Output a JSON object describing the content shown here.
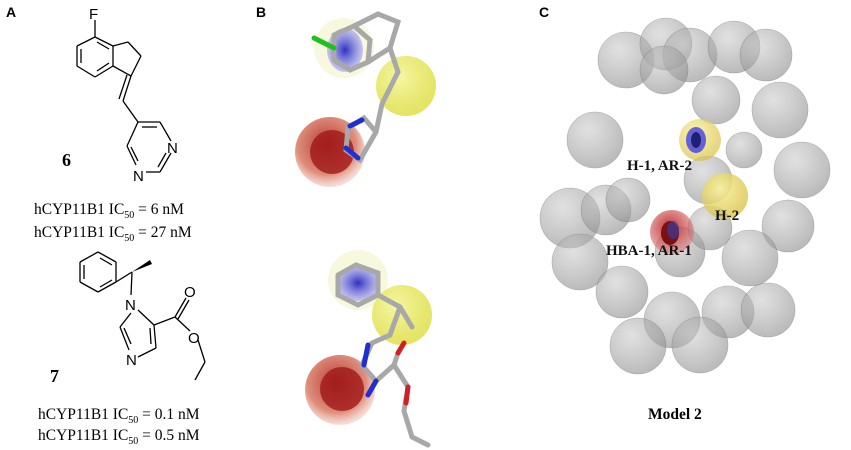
{
  "panels": {
    "a": "A",
    "b": "B",
    "c": "C"
  },
  "compound6": {
    "number": "6",
    "atom_f": "F",
    "atom_n1": "N",
    "atom_n2": "N",
    "ic1_prefix": "hCYP11B1 IC",
    "ic1_sub": "50",
    "ic1_value": " = 6 nM",
    "ic2_prefix": "hCYP11B1 IC",
    "ic2_sub": "50",
    "ic2_value": " = 27 nM"
  },
  "compound7": {
    "number": "7",
    "atom_n1": "N",
    "atom_n2": "N",
    "atom_o1": "O",
    "atom_o2": "O",
    "ic1_prefix": "hCYP11B1 IC",
    "ic1_sub": "50",
    "ic1_value": " = 0.1 nM",
    "ic2_prefix": "hCYP11B1 IC",
    "ic2_sub": "50",
    "ic2_value": " = 0.5 nM"
  },
  "model": {
    "caption": "Model 2",
    "feature_h1_ar2": "H-1, AR-2",
    "feature_h2": "H-2",
    "feature_hba1_ar1": "HBA-1, AR-1"
  },
  "colors": {
    "exclusion_sphere": "#9a9a9a",
    "hydrophobic": "#e8e840",
    "aromatic": "#4a4ae0",
    "hba": "#c0281a",
    "stick_carbon": "#a8a8a8",
    "stick_nitrogen": "#2030d0",
    "stick_oxygen": "#d02020",
    "stick_fluorine": "#20c020"
  }
}
